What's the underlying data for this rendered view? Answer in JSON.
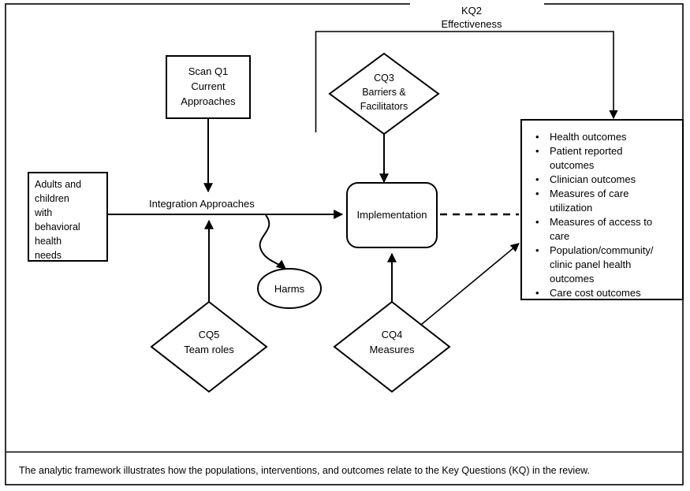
{
  "figure": {
    "type": "analytic-framework-diagram",
    "caption": "The analytic framework illustrates how the populations, interventions, and outcomes relate to the Key Questions (KQ) in the review."
  },
  "nodes": {
    "population": {
      "name": "population-box",
      "lines": [
        "Adults and",
        "children",
        "with",
        "behavioral",
        "health",
        "needs"
      ]
    },
    "scan_q1": {
      "name": "scan-q1-box",
      "lines": [
        "Scan Q1",
        "Current",
        "Approaches"
      ]
    },
    "cq3": {
      "name": "cq3-diamond",
      "lines": [
        "CQ3",
        "Barriers &",
        "Facilitators"
      ]
    },
    "cq5": {
      "name": "cq5-diamond",
      "lines": [
        "CQ5",
        "Team roles"
      ]
    },
    "cq4": {
      "name": "cq4-diamond",
      "lines": [
        "CQ4",
        "Measures"
      ]
    },
    "implementation": {
      "name": "implementation-box",
      "label": "Implementation"
    },
    "harms": {
      "name": "harms-ellipse",
      "label": "Harms"
    },
    "outcomes": {
      "name": "outcomes-box",
      "items": [
        [
          "Health outcomes"
        ],
        [
          "Patient reported",
          "outcomes"
        ],
        [
          "Clinician outcomes"
        ],
        [
          "Measures of care",
          "utilization"
        ],
        [
          "Measures of access to",
          "care"
        ],
        [
          "Population/community/",
          "clinic panel health",
          "outcomes"
        ],
        [
          "Care cost outcomes"
        ]
      ],
      "bullet_glyph": "•"
    }
  },
  "edges": {
    "kq2": {
      "name": "kq2-label",
      "lines": [
        "KQ2",
        "Effectiveness"
      ]
    },
    "integration": {
      "name": "integration-approaches-label",
      "label": "Integration Approaches"
    }
  },
  "colors": {
    "stroke": "#000000",
    "fill": "#ffffff",
    "text": "#000000"
  }
}
